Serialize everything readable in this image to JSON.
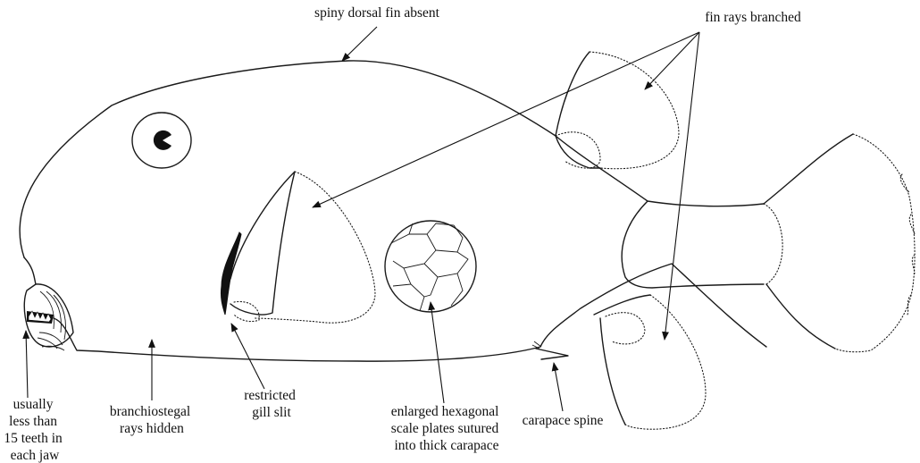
{
  "labels": {
    "dorsal": "spiny dorsal fin absent",
    "fin_rays": "fin rays branched",
    "teeth": [
      "usually",
      "less than",
      "15 teeth in",
      "each jaw"
    ],
    "branchiostegal": [
      "branchiostegal",
      "rays hidden"
    ],
    "gill": [
      "restricted",
      "gill slit"
    ],
    "scales": [
      "enlarged hexagonal",
      "scale plates sutured",
      "into thick carapace"
    ],
    "spine": "carapace spine"
  },
  "colors": {
    "ink": "#111111",
    "background": "#ffffff"
  }
}
